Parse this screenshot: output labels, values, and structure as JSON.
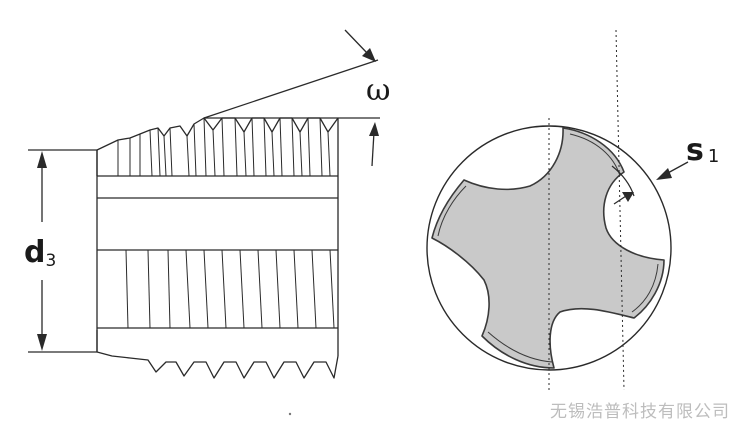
{
  "labels": {
    "omega": "ω",
    "d3_main": "d",
    "d3_sub": "3",
    "s1_main": "s",
    "s1_sub": "1"
  },
  "watermark": "无锡浩普科技有限公司",
  "colors": {
    "line": "#2a2a2a",
    "insert_fill": "#c9c9c9",
    "insert_stroke": "#3a3a3a",
    "background": "#ffffff",
    "watermark": "#bdbdbd"
  }
}
